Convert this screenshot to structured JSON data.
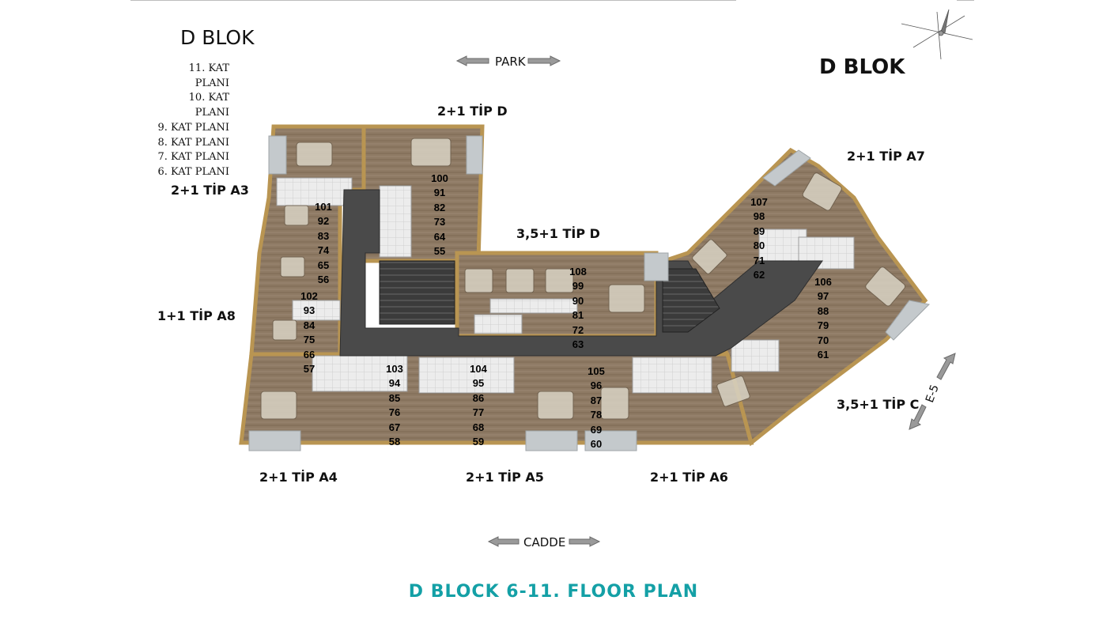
{
  "title_left": "D BLOK",
  "title_right": "D BLOK",
  "floor_list": [
    "11. KAT PLANI",
    "10. KAT PLANI",
    "9. KAT PLANI",
    "8. KAT PLANI",
    "7. KAT PLANI",
    "6. KAT PLANI"
  ],
  "directions": {
    "top": "PARK",
    "bottom": "CADDE",
    "side": "E-5"
  },
  "units": {
    "tip_d_top": "2+1 TİP D",
    "tip_a7": "2+1 TİP A7",
    "tip_a3": "2+1 TİP A3",
    "tip_d_mid": "3,5+1 TİP D",
    "tip_a8": "1+1 TİP A8",
    "tip_c": "3,5+1 TİP C",
    "tip_a4": "2+1 TİP A4",
    "tip_a5": "2+1 TİP A5",
    "tip_a6": "2+1 TİP A6"
  },
  "apartment_numbers": {
    "col_a3": [
      "101",
      "92",
      "83",
      "74",
      "65",
      "56"
    ],
    "col_d_top": [
      "100",
      "91",
      "82",
      "73",
      "64",
      "55"
    ],
    "col_a8": [
      "102",
      "93",
      "84",
      "75",
      "66",
      "57"
    ],
    "col_d_mid": [
      "108",
      "99",
      "90",
      "81",
      "72",
      "63"
    ],
    "col_a7": [
      "107",
      "98",
      "89",
      "80",
      "71",
      "62"
    ],
    "col_c": [
      "106",
      "97",
      "88",
      "79",
      "70",
      "61"
    ],
    "col_a4": [
      "103",
      "94",
      "85",
      "76",
      "67",
      "58"
    ],
    "col_a5": [
      "104",
      "95",
      "86",
      "77",
      "68",
      "59"
    ],
    "col_a6": [
      "105",
      "96",
      "87",
      "78",
      "69",
      "60"
    ]
  },
  "footer": "D BLOCK 6-11. FLOOR PLAN",
  "colors": {
    "footer": "#14a0a6",
    "corridor": "#4a4a4a",
    "wall": "#c9a25a",
    "floor_wood": "#8e7a64",
    "tile": "#e4e4e4"
  }
}
